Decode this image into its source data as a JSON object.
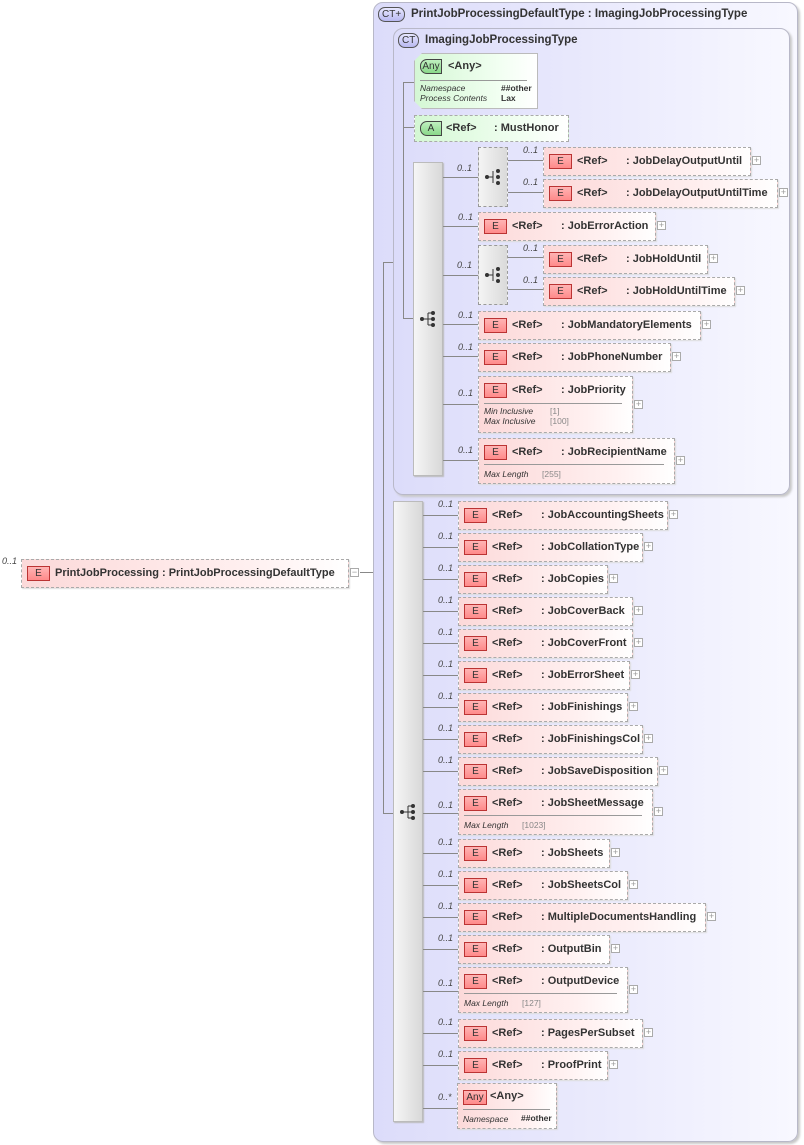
{
  "root": {
    "occurrence": "0..1",
    "badge": "E",
    "label": "PrintJobProcessing : PrintJobProcessingDefaultType",
    "toggle": "−"
  },
  "outer_type": {
    "badge": "CT+",
    "title": "PrintJobProcessingDefaultType : ImagingJobProcessingType"
  },
  "inner_type": {
    "badge": "CT",
    "title": "ImagingJobProcessingType",
    "any": {
      "badge": "Any",
      "label": "<Any>",
      "facets": [
        {
          "key": "Namespace",
          "value": "##other"
        },
        {
          "key": "Process Contents",
          "value": "Lax"
        }
      ]
    },
    "attribute": {
      "badge": "A",
      "ref": "<Ref>",
      "name": ": MustHonor"
    },
    "choice1": {
      "occurrence": "0..1",
      "items": [
        {
          "occurrence": "0..1",
          "badge": "E",
          "ref": "<Ref>",
          "name": ": JobDelayOutputUntil"
        },
        {
          "occurrence": "0..1",
          "badge": "E",
          "ref": "<Ref>",
          "name": ": JobDelayOutputUntilTime"
        }
      ]
    },
    "el_error_action": {
      "occurrence": "0..1",
      "badge": "E",
      "ref": "<Ref>",
      "name": ": JobErrorAction"
    },
    "choice2": {
      "occurrence": "0..1",
      "items": [
        {
          "occurrence": "0..1",
          "badge": "E",
          "ref": "<Ref>",
          "name": ": JobHoldUntil"
        },
        {
          "occurrence": "0..1",
          "badge": "E",
          "ref": "<Ref>",
          "name": ": JobHoldUntilTime"
        }
      ]
    },
    "el_mandatory": {
      "occurrence": "0..1",
      "badge": "E",
      "ref": "<Ref>",
      "name": ": JobMandatoryElements"
    },
    "el_phone": {
      "occurrence": "0..1",
      "badge": "E",
      "ref": "<Ref>",
      "name": ": JobPhoneNumber"
    },
    "el_priority": {
      "occurrence": "0..1",
      "badge": "E",
      "ref": "<Ref>",
      "name": ": JobPriority",
      "facets": [
        {
          "key": "Min Inclusive",
          "value": "[1]"
        },
        {
          "key": "Max Inclusive",
          "value": "[100]"
        }
      ]
    },
    "el_recipient": {
      "occurrence": "0..1",
      "badge": "E",
      "ref": "<Ref>",
      "name": ": JobRecipientName",
      "facets": [
        {
          "key": "Max Length",
          "value": "[255]"
        }
      ]
    }
  },
  "outer_sequence": [
    {
      "occurrence": "0..1",
      "badge": "E",
      "ref": "<Ref>",
      "name": ": JobAccountingSheets"
    },
    {
      "occurrence": "0..1",
      "badge": "E",
      "ref": "<Ref>",
      "name": ": JobCollationType"
    },
    {
      "occurrence": "0..1",
      "badge": "E",
      "ref": "<Ref>",
      "name": ": JobCopies"
    },
    {
      "occurrence": "0..1",
      "badge": "E",
      "ref": "<Ref>",
      "name": ": JobCoverBack"
    },
    {
      "occurrence": "0..1",
      "badge": "E",
      "ref": "<Ref>",
      "name": ": JobCoverFront"
    },
    {
      "occurrence": "0..1",
      "badge": "E",
      "ref": "<Ref>",
      "name": ": JobErrorSheet"
    },
    {
      "occurrence": "0..1",
      "badge": "E",
      "ref": "<Ref>",
      "name": ": JobFinishings"
    },
    {
      "occurrence": "0..1",
      "badge": "E",
      "ref": "<Ref>",
      "name": ": JobFinishingsCol"
    },
    {
      "occurrence": "0..1",
      "badge": "E",
      "ref": "<Ref>",
      "name": ": JobSaveDisposition"
    },
    {
      "occurrence": "0..1",
      "badge": "E",
      "ref": "<Ref>",
      "name": ": JobSheetMessage",
      "facets": [
        {
          "key": "Max Length",
          "value": "[1023]"
        }
      ]
    },
    {
      "occurrence": "0..1",
      "badge": "E",
      "ref": "<Ref>",
      "name": ": JobSheets"
    },
    {
      "occurrence": "0..1",
      "badge": "E",
      "ref": "<Ref>",
      "name": ": JobSheetsCol"
    },
    {
      "occurrence": "0..1",
      "badge": "E",
      "ref": "<Ref>",
      "name": ": MultipleDocumentsHandling"
    },
    {
      "occurrence": "0..1",
      "badge": "E",
      "ref": "<Ref>",
      "name": ": OutputBin"
    },
    {
      "occurrence": "0..1",
      "badge": "E",
      "ref": "<Ref>",
      "name": ": OutputDevice",
      "facets": [
        {
          "key": "Max Length",
          "value": "[127]"
        }
      ]
    },
    {
      "occurrence": "0..1",
      "badge": "E",
      "ref": "<Ref>",
      "name": ": PagesPerSubset"
    },
    {
      "occurrence": "0..1",
      "badge": "E",
      "ref": "<Ref>",
      "name": ": ProofPrint"
    }
  ],
  "outer_any": {
    "occurrence": "0..*",
    "badge": "Any",
    "label": "<Any>",
    "facets": [
      {
        "key": "Namespace",
        "value": "##other"
      }
    ]
  },
  "expand_symbol": "+"
}
